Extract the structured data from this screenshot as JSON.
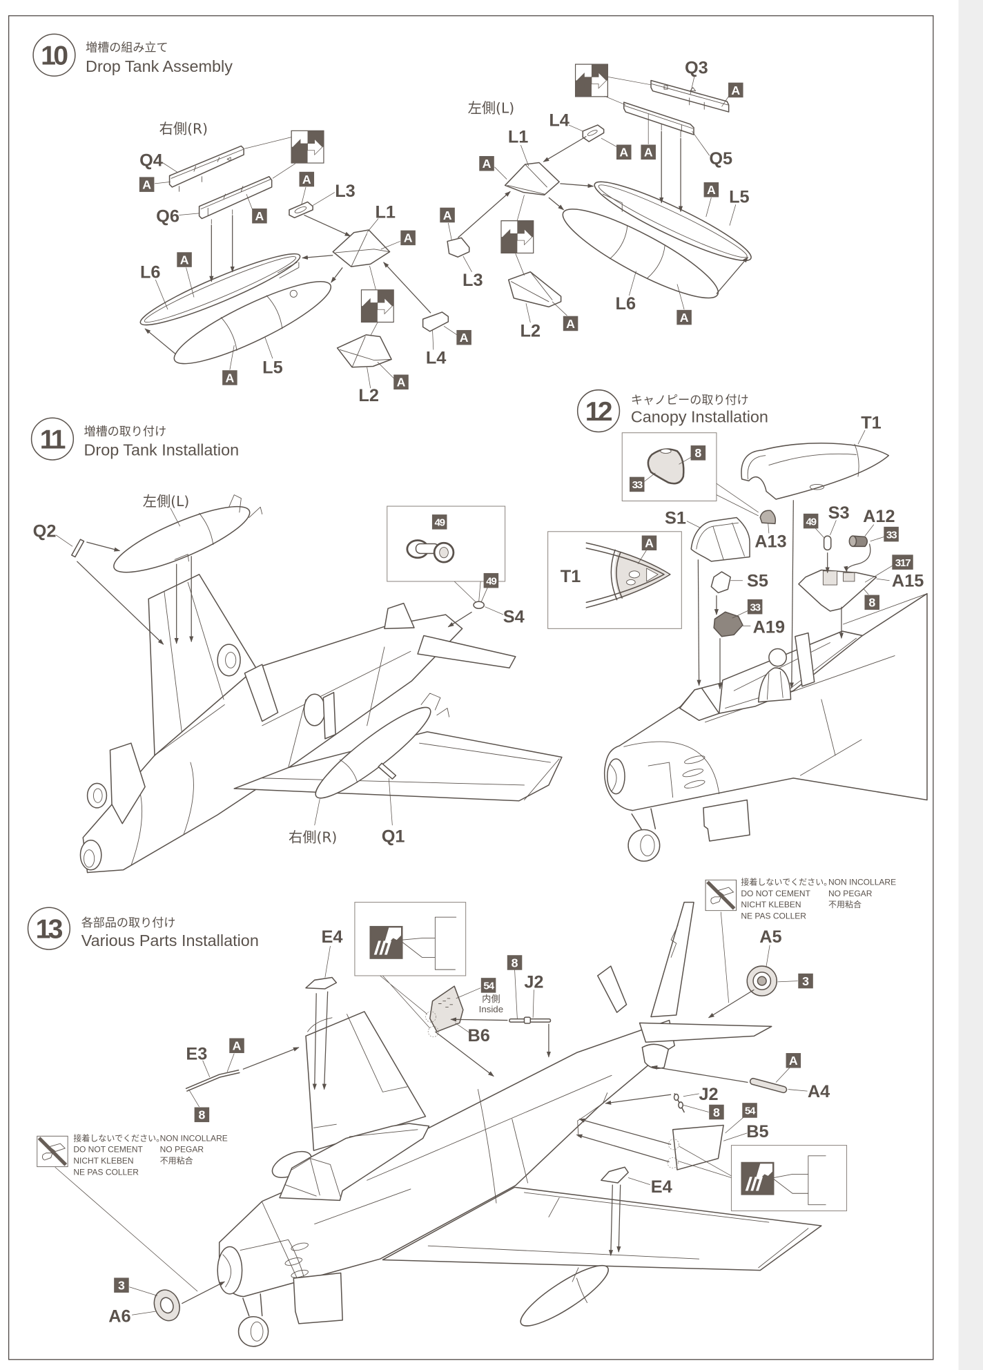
{
  "colors": {
    "ink": "#5a524c",
    "paint_code_bg": "#675e57",
    "paper": "#ffffff",
    "page_edge": "#ededed"
  },
  "icons": {
    "step_badge": "circled-number-icon",
    "pair_symbol": "left-right-pair-icon",
    "detail_symbol": "detail-view-icon",
    "do_not_cement": "do-not-cement-icon",
    "arrow": "assembly-arrow-icon"
  },
  "step10": {
    "number": "10",
    "title_ja": "増槽の組み立て",
    "title_en": "Drop Tank Assembly",
    "right_tank": {
      "side_label": "右側(R)",
      "parts": {
        "q4": "Q4",
        "q6": "Q6",
        "l3": "L3",
        "l1": "L1",
        "l6": "L6",
        "l5": "L5",
        "l4": "L4",
        "l2": "L2"
      },
      "color_code": "A"
    },
    "left_tank": {
      "side_label": "左側(L)",
      "parts": {
        "q3": "Q3",
        "q5": "Q5",
        "l4": "L4",
        "l1": "L1",
        "l5": "L5",
        "l3": "L3",
        "l2": "L2",
        "l6": "L6"
      },
      "color_code": "A"
    }
  },
  "step11": {
    "number": "11",
    "title_ja": "増槽の取り付け",
    "title_en": "Drop Tank Installation",
    "left_side_label": "左側(L)",
    "right_side_label": "右側(R)",
    "parts": {
      "q2": "Q2",
      "q1": "Q1",
      "s4": "S4"
    },
    "color_codes": {
      "s4_detail": "49",
      "s4": "49"
    }
  },
  "step12": {
    "number": "12",
    "title_ja": "キャノピーの取り付け",
    "title_en": "Canopy Installation",
    "parts": {
      "t1": "T1",
      "s1": "S1",
      "a13": "A13",
      "s3": "S3",
      "a12": "A12",
      "a15": "A15",
      "s5": "S5",
      "a19": "A19",
      "t1_detail": "T1"
    },
    "color_codes": {
      "a13_frame": "8",
      "a13_cushion": "33",
      "t1_detail": "A",
      "s3": "49",
      "a12": "33",
      "a15_seat": "317",
      "a15": "8",
      "a19": "33"
    }
  },
  "step13": {
    "number": "13",
    "title_ja": "各部品の取り付け",
    "title_en": "Various Parts Installation",
    "parts": {
      "e4_upper": "E4",
      "e3": "E3",
      "b6": "B6",
      "j2_upper": "J2",
      "a5": "A5",
      "a4": "A4",
      "j2_lower": "J2",
      "b5": "B5",
      "e4_lower": "E4",
      "a6": "A6"
    },
    "color_codes": {
      "e3_tip": "A",
      "e3": "8",
      "b6": "54",
      "j2_upper": "8",
      "a5": "3",
      "a4": "A",
      "j2_lower": "8",
      "b5": "54",
      "a6": "3"
    },
    "b6_note_ja": "内側",
    "b6_note_en": "Inside",
    "notice": {
      "col1": [
        "接着しないでください。",
        "DO NOT CEMENT",
        "NICHT KLEBEN",
        "NE PAS COLLER"
      ],
      "col2": [
        "NON INCOLLARE",
        "NO PEGAR",
        "不用粘合"
      ]
    }
  }
}
